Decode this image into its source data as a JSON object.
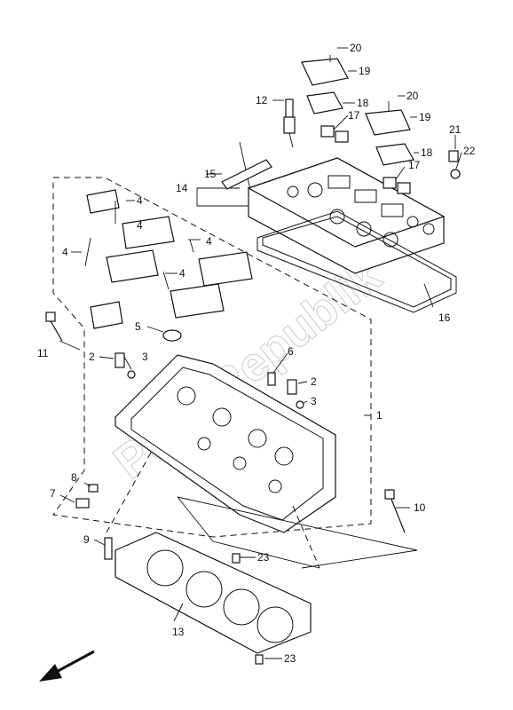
{
  "watermark": "PartsRepublik",
  "callouts": [
    {
      "id": "1",
      "text": "1"
    },
    {
      "id": "2a",
      "text": "2"
    },
    {
      "id": "2b",
      "text": "2"
    },
    {
      "id": "3a",
      "text": "3"
    },
    {
      "id": "3b",
      "text": "3"
    },
    {
      "id": "4a",
      "text": "4"
    },
    {
      "id": "4b",
      "text": "4"
    },
    {
      "id": "4c",
      "text": "4"
    },
    {
      "id": "4d",
      "text": "4"
    },
    {
      "id": "5",
      "text": "5"
    },
    {
      "id": "6",
      "text": "6"
    },
    {
      "id": "7",
      "text": "7"
    },
    {
      "id": "8",
      "text": "8"
    },
    {
      "id": "9",
      "text": "9"
    },
    {
      "id": "10",
      "text": "10"
    },
    {
      "id": "11",
      "text": "11"
    },
    {
      "id": "12",
      "text": "12"
    },
    {
      "id": "13",
      "text": "13"
    },
    {
      "id": "14",
      "text": "14"
    },
    {
      "id": "15",
      "text": "15"
    },
    {
      "id": "16",
      "text": "16"
    },
    {
      "id": "17a",
      "text": "17"
    },
    {
      "id": "17b",
      "text": "17"
    },
    {
      "id": "18a",
      "text": "18"
    },
    {
      "id": "18b",
      "text": "18"
    },
    {
      "id": "19a",
      "text": "19"
    },
    {
      "id": "19b",
      "text": "19"
    },
    {
      "id": "20a",
      "text": "20"
    },
    {
      "id": "20b",
      "text": "20"
    },
    {
      "id": "21",
      "text": "21"
    },
    {
      "id": "22",
      "text": "22"
    },
    {
      "id": "23a",
      "text": "23"
    },
    {
      "id": "23b",
      "text": "23"
    }
  ]
}
